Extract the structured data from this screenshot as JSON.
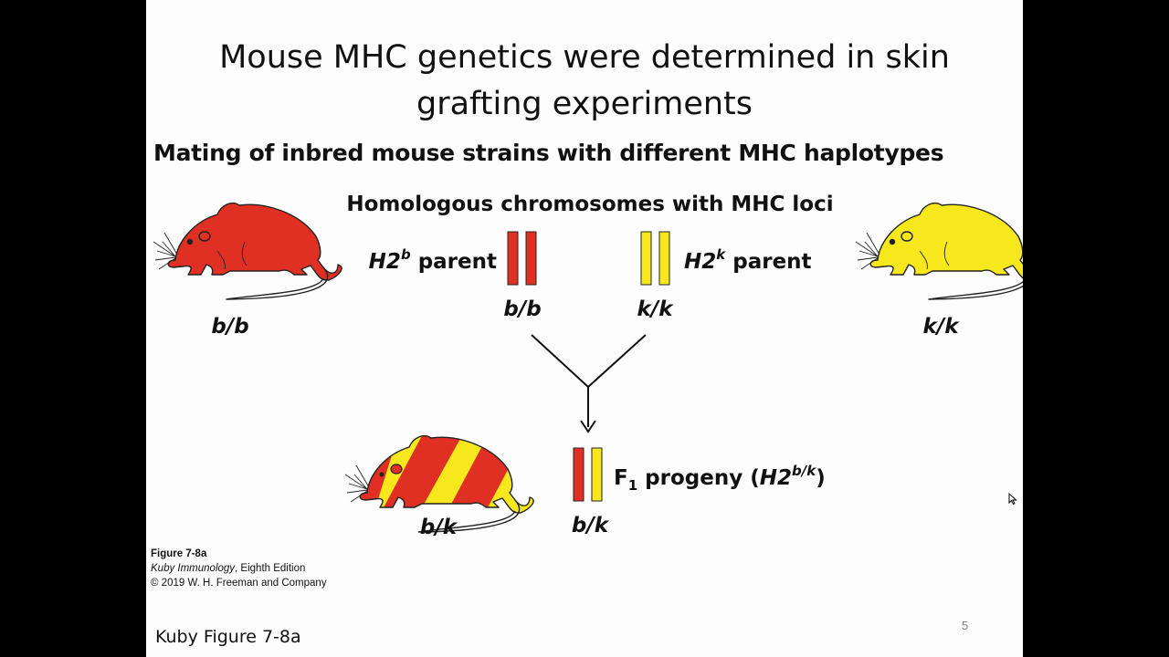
{
  "slide": {
    "title_line1": "Mouse MHC genetics were determined in skin",
    "title_line2": "grafting experiments",
    "subtitle": "Mating of inbred mouse strains with different MHC haplotypes",
    "diagram_heading": "Homologous chromosomes with MHC loci",
    "left_parent": {
      "prefix": "H2",
      "superscript": "b",
      "suffix": " parent",
      "genotype": "b/b",
      "color": "#e03024"
    },
    "right_parent": {
      "prefix": "H2",
      "superscript": "k",
      "suffix": " parent",
      "genotype": "k/k",
      "color": "#f7e81e"
    },
    "left_mouse_genotype": "b/b",
    "right_mouse_genotype": "k/k",
    "progeny": {
      "label_F": "F",
      "label_sub": "1",
      "label_text": " progeny (",
      "label_italic": "H2",
      "label_sup": "b/k",
      "label_close": ")",
      "genotype": "b/k"
    },
    "progeny_mouse_genotype": "b/k",
    "caption": {
      "figure": "Figure 7-8a",
      "book_title": "Kuby Immunology",
      "book_edition": ", Eighth Edition",
      "copyright": "© 2019 W. H. Freeman and Company"
    },
    "footer": "Kuby Figure 7-8a",
    "page_number": "5"
  }
}
